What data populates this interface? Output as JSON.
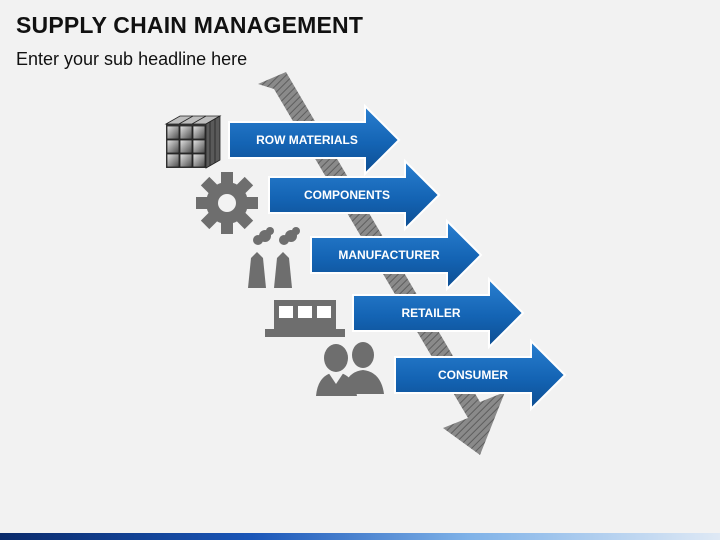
{
  "header": {
    "title": "SUPPLY CHAIN MANAGEMENT",
    "subtitle": "Enter your sub headline here"
  },
  "steps": [
    {
      "label": "ROW MATERIALS",
      "icon": "cube-icon"
    },
    {
      "label": "COMPONENTS",
      "icon": "gear-icon"
    },
    {
      "label": "MANUFACTURER",
      "icon": "factory-icon"
    },
    {
      "label": "RETAILER",
      "icon": "store-icon"
    },
    {
      "label": "CONSUMER",
      "icon": "people-icon"
    }
  ],
  "colors": {
    "arrow_blue": "#1464b4",
    "arrow_blue_dark": "#0d4d91",
    "big_arrow_gray": "#7a7a7a",
    "icon_gray": "#6e6e6e",
    "background": "#f2f2f2"
  }
}
